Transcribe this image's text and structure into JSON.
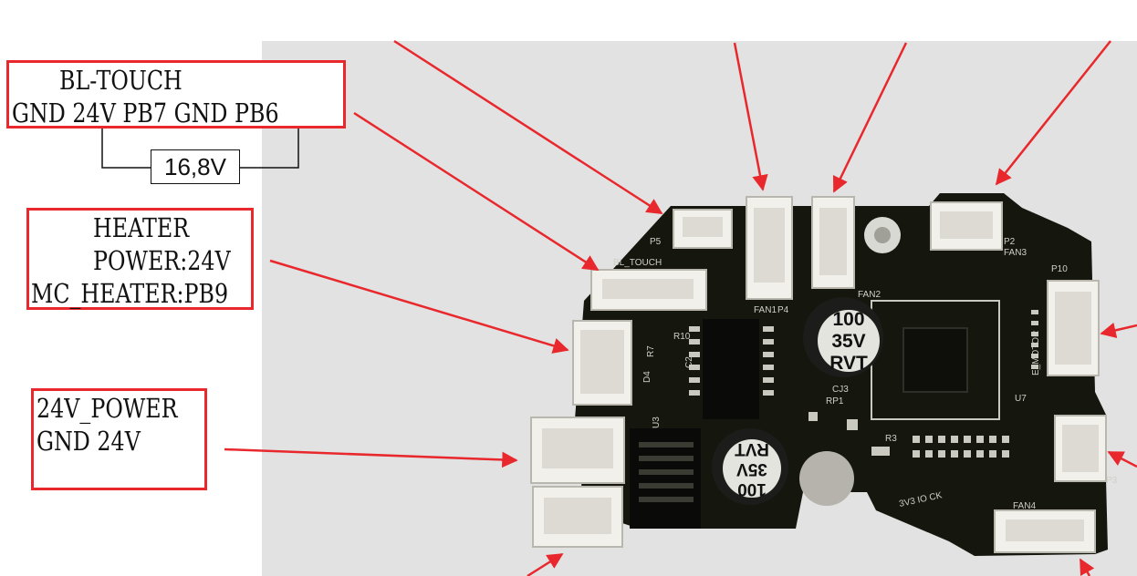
{
  "labels": {
    "bl_touch": {
      "title": "BL-TOUCH",
      "pins": "GND 24V PB7 GND PB6",
      "measured_voltage": "16,8V"
    },
    "heater": {
      "title": "HEATER",
      "power": "POWER:24V",
      "pin": "MC_HEATER:PB9"
    },
    "power_input": {
      "title": "24V_POWER",
      "pins": "GND 24V"
    }
  },
  "board_silkscreen": {
    "p5": "P5",
    "bl_touch": "BL_TOUCH",
    "fan1": "FAN1",
    "p4": "P4",
    "fan2": "FAN2",
    "p2": "P2",
    "fan3": "FAN3",
    "p10": "P10",
    "e_motor": "E_MOTOR",
    "u7": "U7",
    "u3": "U3",
    "cj3": "CJ3",
    "rp1": "RP1",
    "r3": "R3",
    "fan4": "FAN4",
    "r10": "R10",
    "r7": "R7",
    "d4": "D4",
    "c2": "C2",
    "p3": "P3",
    "header_pins": "3V3  IO  CK"
  },
  "capacitors": {
    "cap_main": {
      "line1": "100",
      "line2": "35V",
      "line3": "RVT"
    },
    "cap_lower": {
      "line1": "100",
      "line2": "35V",
      "line3": "RVT"
    }
  },
  "colors": {
    "label_border": "#e8282c",
    "arrow": "#e8282c",
    "pcb": "#15170f",
    "connector": "#f2f0ea",
    "wall": "#e2e2e2"
  }
}
